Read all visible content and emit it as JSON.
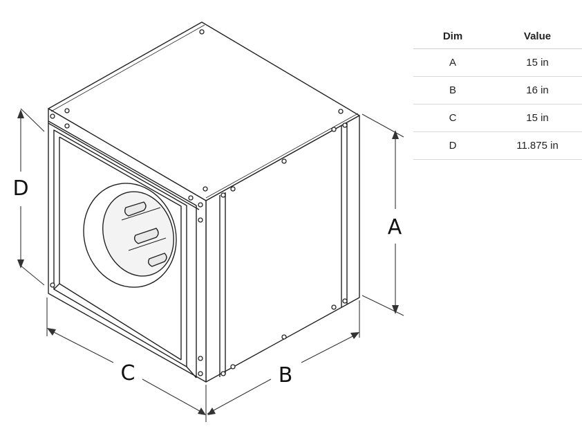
{
  "diagram": {
    "labels": {
      "A": "A",
      "B": "B",
      "C": "C",
      "D": "D"
    }
  },
  "table": {
    "headers": [
      "Dim",
      "Value"
    ],
    "rows": [
      {
        "dim": "A",
        "value": "15 in"
      },
      {
        "dim": "B",
        "value": "16 in"
      },
      {
        "dim": "C",
        "value": "15 in"
      },
      {
        "dim": "D",
        "value": "11.875 in"
      }
    ]
  }
}
